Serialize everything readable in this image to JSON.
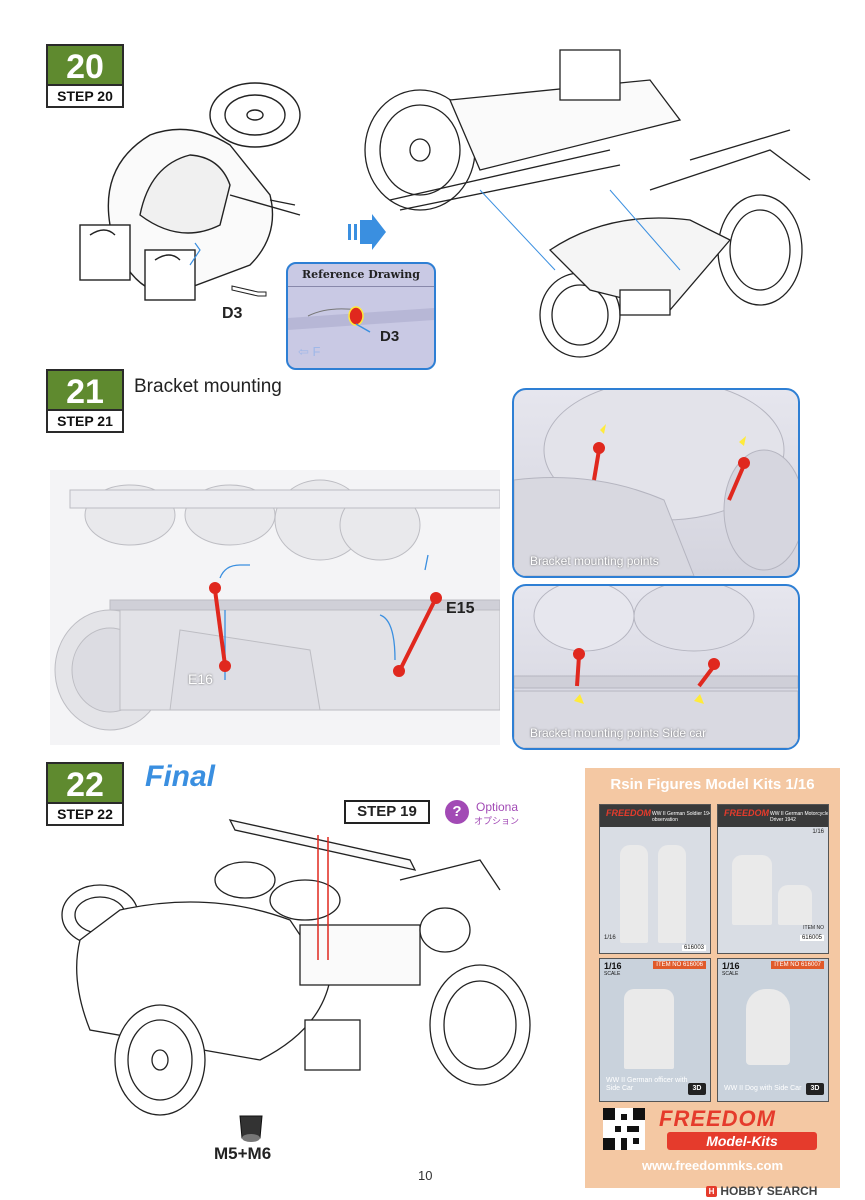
{
  "step20": {
    "num": "20",
    "label": "STEP 20",
    "part_d3": "D3",
    "ref_title": "Reference Drawing",
    "ref_part": "D3",
    "ref_arrow": "F"
  },
  "step21": {
    "num": "21",
    "label": "STEP 21",
    "title": "Bracket mounting",
    "part_e15": "E15",
    "part_e16": "E16",
    "photo_top_caption": "Bracket mounting points",
    "photo_bottom_caption": "Bracket mounting points Side car"
  },
  "step22": {
    "num": "22",
    "label": "STEP 22",
    "title": "Final",
    "ref_step": "STEP 19",
    "option_icon": "?",
    "option_text": "Optiona",
    "option_text_jp": "オプション",
    "part_m5m6": "M5+M6"
  },
  "ad": {
    "title": "Rsin Figures Model Kits 1/16",
    "cards": [
      {
        "logo": "FREEDOM",
        "title": "WW II German Soldier 1942 observation",
        "code": "616003",
        "scale": "1/16"
      },
      {
        "logo": "FREEDOM",
        "title": "WW II German Motorcycle Driver 1942",
        "code": "616005",
        "scale": "1/16",
        "item": "ITEM NO"
      },
      {
        "scale": "1/16",
        "scale_word": "SCALE",
        "item": "ITEM NO",
        "code": "616006",
        "caption": "WW II German officer with Side Car",
        "badge": "3D"
      },
      {
        "scale": "1/16",
        "scale_word": "SCALE",
        "item": "ITEM NO",
        "code": "616007",
        "caption": "WW II Dog with Side Car",
        "badge": "3D"
      }
    ],
    "brand_top": "FREEDOM",
    "brand_bottom": "Model-Kits",
    "url": "www.freedommks.com"
  },
  "page_number": "10",
  "watermark": "HOBBY SEARCH",
  "colors": {
    "step_green": "#5f8a2f",
    "part_red": "#e0281e",
    "panel_blue": "#2e7fd4",
    "ad_bg": "#f4c8a3",
    "arrow_blue": "#3a8fe0"
  }
}
